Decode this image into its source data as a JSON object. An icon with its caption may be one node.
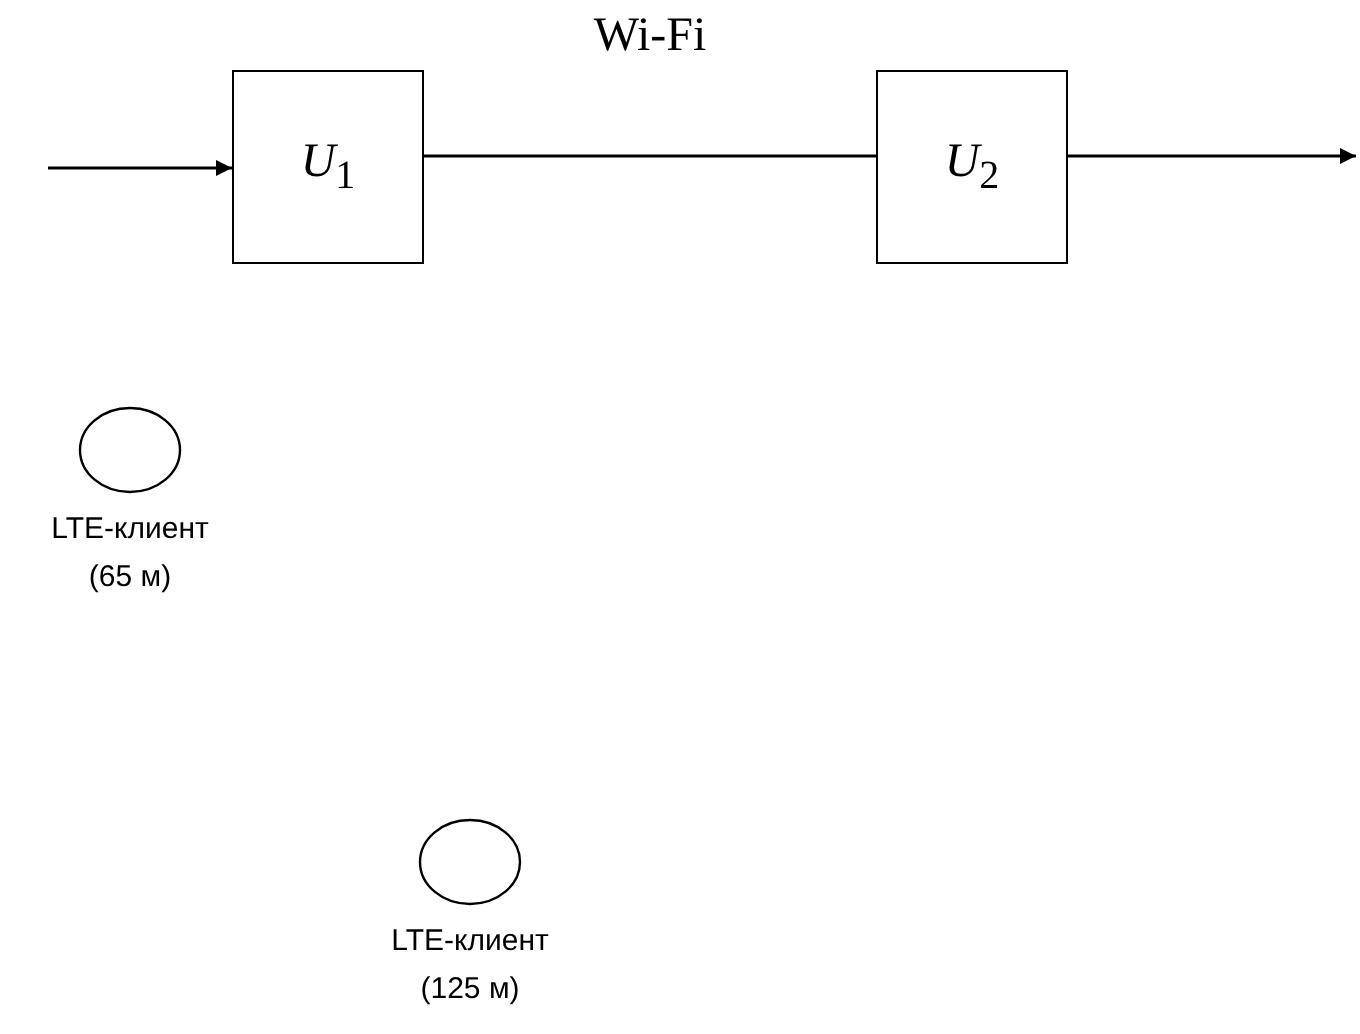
{
  "diagram": {
    "nodes": [
      {
        "text": [
          "*U*$_{1}$"
        ]
      },
      {
        "text": [
          "*U*$_{2}$"
        ]
      },
      {
        "text": [
          "LTE-клиент (65 м)"
        ]
      },
      {
        "text": [
          "LTE-клиент (125 м)"
        ]
      }
    ],
    "edges": [
      {
        "from": null,
        "to": 0,
        "arrow": "to"
      },
      {
        "from": 0,
        "to": 1,
        "arrow": "none",
        "label": "Wi-Fi"
      },
      {
        "from": 1,
        "to": null,
        "arrow": "to"
      }
    ]
  }
}
